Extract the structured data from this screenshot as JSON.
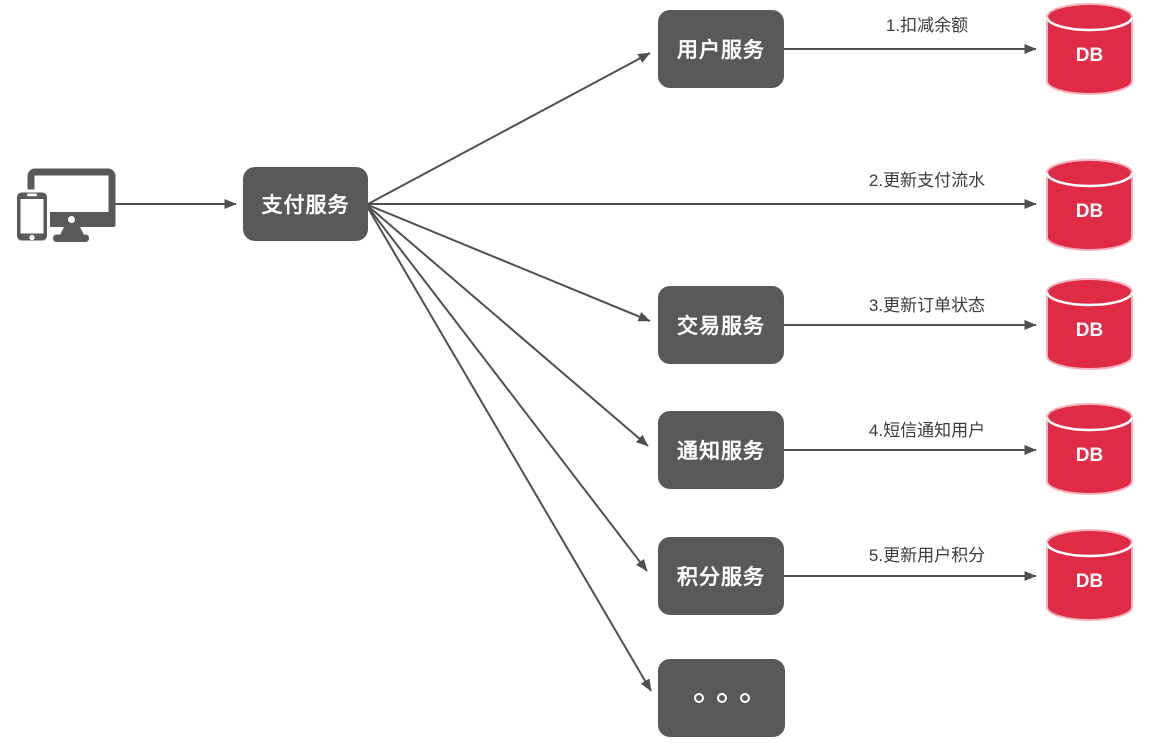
{
  "diagram": {
    "title_hint": "payment-service-fanout-diagram",
    "colors": {
      "node_gray": "#58595B",
      "db_red": "#E02B46",
      "db_stroke": "#F3B3BE",
      "arrow": "#505052",
      "edge_label_text": "#3C3C3C",
      "node_text": "#FFFFFF",
      "background": "#FFFFFF"
    },
    "client": {
      "icon": "devices-icon"
    },
    "nodes": {
      "payment": {
        "label": "支付服务"
      },
      "services": [
        {
          "id": "user",
          "label": "用户服务"
        },
        {
          "id": "trade",
          "label": "交易服务"
        },
        {
          "id": "notify",
          "label": "通知服务"
        },
        {
          "id": "points",
          "label": "积分服务"
        }
      ],
      "more": {
        "icon": "ellipsis-icon",
        "dots": 3
      }
    },
    "databases": {
      "label": "DB",
      "count": 5
    },
    "edge_labels": [
      "1.扣减余额",
      "2.更新支付流水",
      "3.更新订单状态",
      "4.短信通知用户",
      "5.更新用户积分"
    ],
    "edges": [
      {
        "from": "client",
        "to": "支付服务",
        "label": ""
      },
      {
        "from": "支付服务",
        "to": "用户服务",
        "label": ""
      },
      {
        "from": "支付服务",
        "to": "DB",
        "label": "2.更新支付流水"
      },
      {
        "from": "支付服务",
        "to": "交易服务",
        "label": ""
      },
      {
        "from": "支付服务",
        "to": "通知服务",
        "label": ""
      },
      {
        "from": "支付服务",
        "to": "积分服务",
        "label": ""
      },
      {
        "from": "支付服务",
        "to": "更多服务",
        "label": ""
      },
      {
        "from": "用户服务",
        "to": "DB",
        "label": "1.扣减余额"
      },
      {
        "from": "交易服务",
        "to": "DB",
        "label": "3.更新订单状态"
      },
      {
        "from": "通知服务",
        "to": "DB",
        "label": "4.短信通知用户"
      },
      {
        "from": "积分服务",
        "to": "DB",
        "label": "5.更新用户积分"
      }
    ]
  }
}
